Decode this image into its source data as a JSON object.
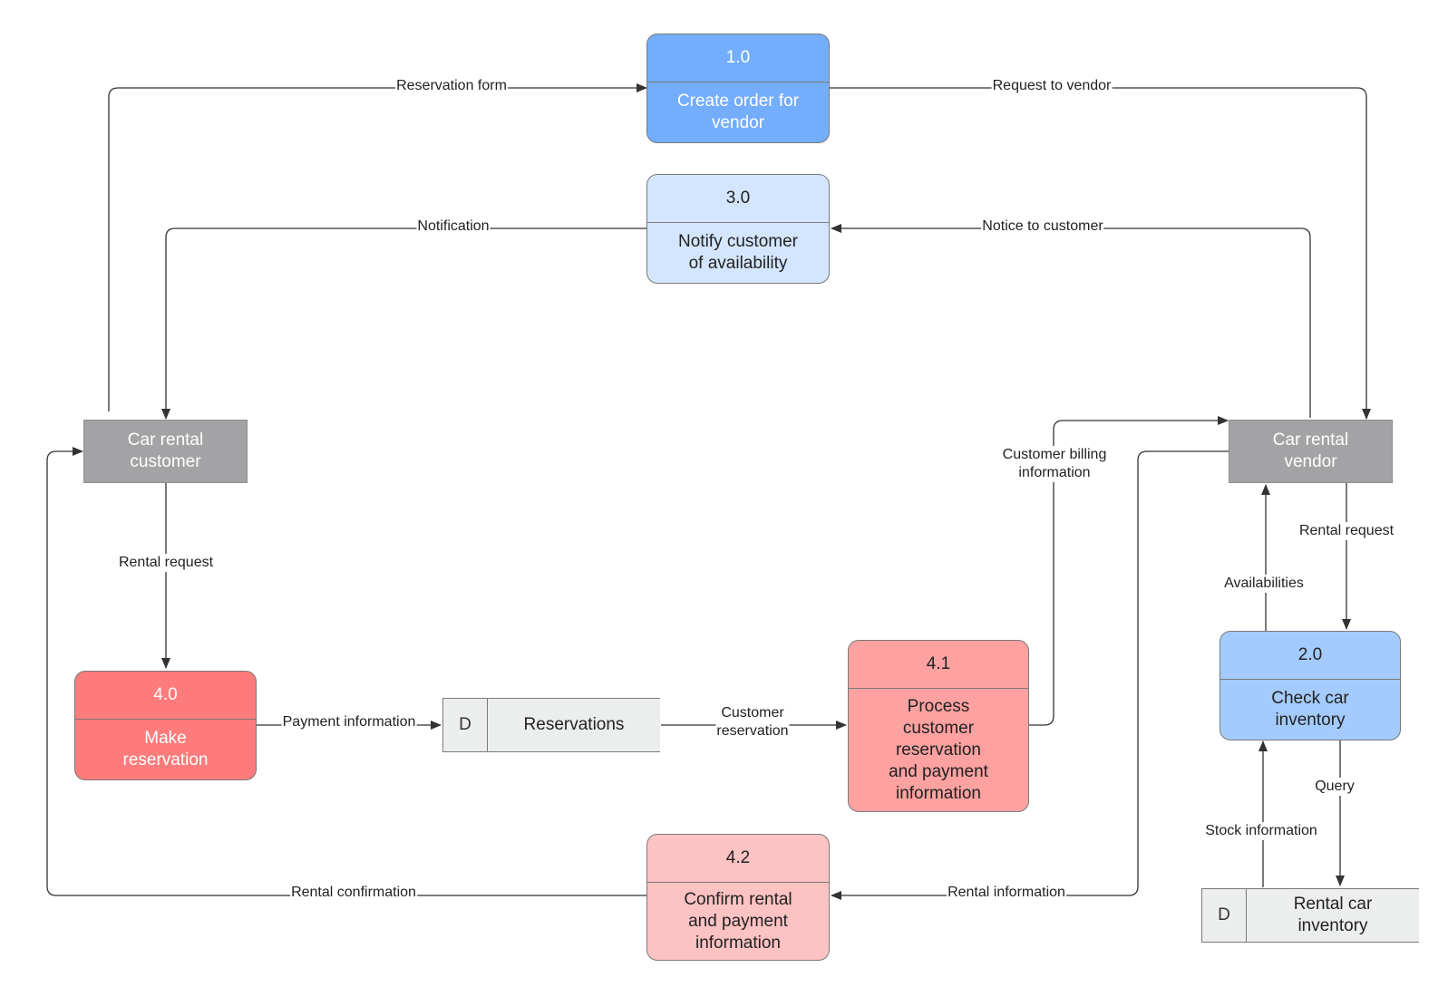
{
  "processes": {
    "p1_0": {
      "id": "1.0",
      "name": "Create order for\nvendor",
      "fill": "#74adfb",
      "text_color": "#ffffff"
    },
    "p3_0": {
      "id": "3.0",
      "name": "Notify customer\nof availability",
      "fill": "#d4e6fd",
      "text_color": "#222222"
    },
    "p4_0": {
      "id": "4.0",
      "name": "Make\nreservation",
      "fill": "#fd7b7b",
      "text_color": "#ffffff"
    },
    "p4_1": {
      "id": "4.1",
      "name": "Process\ncustomer\nreservation\nand payment\ninformation",
      "fill": "#fda1a1",
      "text_color": "#222222"
    },
    "p4_2": {
      "id": "4.2",
      "name": "Confirm rental\nand payment\ninformation",
      "fill": "#fdc2c2",
      "text_color": "#222222"
    },
    "p2_0": {
      "id": "2.0",
      "name": "Check car\ninventory",
      "fill": "#a3cbfd",
      "text_color": "#222222"
    }
  },
  "entities": {
    "customer": {
      "name": "Car rental\ncustomer"
    },
    "vendor": {
      "name": "Car rental\nvendor"
    }
  },
  "stores": {
    "reservations": {
      "id": "D",
      "name": "Reservations"
    },
    "inventory": {
      "id": "D",
      "name": "Rental car\ninventory"
    }
  },
  "flows": {
    "reservation_form": "Reservation form",
    "request_to_vendor": "Request to vendor",
    "notification": "Notification",
    "notice_to_customer": "Notice to customer",
    "customer_billing": "Customer billing\ninformation",
    "rental_request_customer": "Rental request",
    "rental_request_vendor": "Rental request",
    "availabilities": "Availabilities",
    "payment_information": "Payment information",
    "customer_reservation": "Customer\nreservation",
    "query": "Query",
    "stock_information": "Stock information",
    "rental_confirmation": "Rental confirmation",
    "rental_information": "Rental information"
  },
  "colors": {
    "line": "#333333",
    "entity_fill": "#a3a3a5",
    "store_fill": "#eceeee"
  }
}
